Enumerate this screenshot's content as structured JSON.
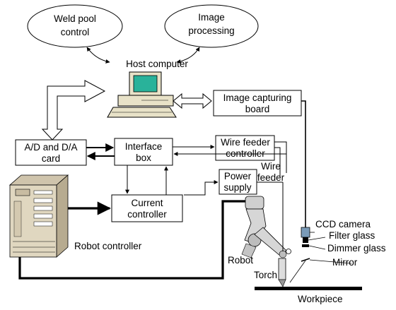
{
  "nodes": {
    "weld_pool_control": [
      "Weld pool",
      "control"
    ],
    "image_processing": [
      "Image",
      "processing"
    ],
    "host_computer": "Host computer",
    "image_capturing_board": [
      "Image capturing",
      "board"
    ],
    "ad_da_card": [
      "A/D and D/A",
      "card"
    ],
    "interface_box": [
      "Interface",
      "box"
    ],
    "wire_feeder_controller": [
      "Wire feeder",
      "controller"
    ],
    "power_supply": [
      "Power",
      "supply"
    ],
    "current_controller": [
      "Current",
      "controller"
    ],
    "robot_controller": "Robot controller",
    "robot": "Robot",
    "wire_feeder": [
      "Wire",
      "feeder"
    ],
    "ccd_camera": "CCD camera",
    "filter_glass": "Filter glass",
    "dimmer_glass": "Dimmer glass",
    "mirror": "Mirror",
    "torch": "Torch",
    "workpiece": "Workpiece"
  }
}
